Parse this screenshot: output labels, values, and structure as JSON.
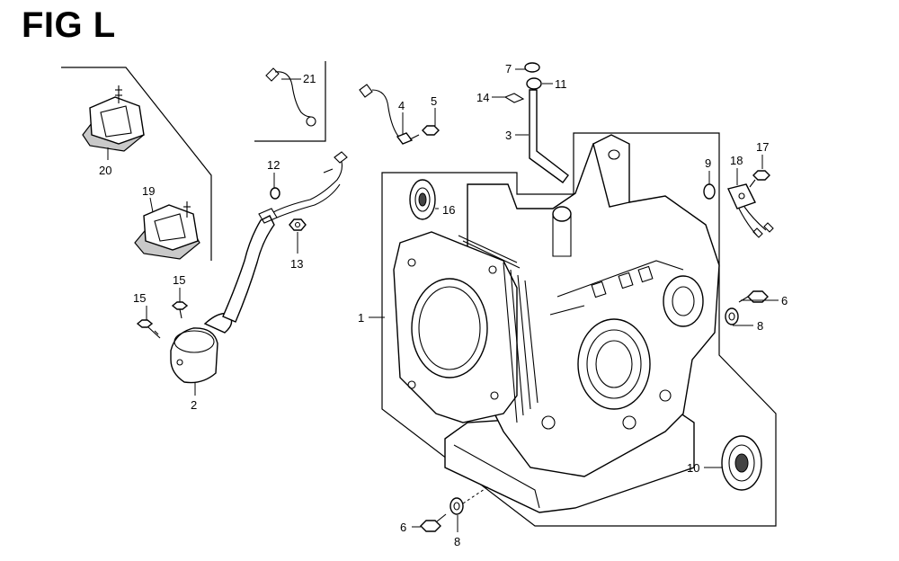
{
  "figure": {
    "title": "FIG L"
  },
  "callouts": {
    "c1": "1",
    "c2": "2",
    "c3": "3",
    "c4": "4",
    "c5": "5",
    "c6a": "6",
    "c6b": "6",
    "c7": "7",
    "c8a": "8",
    "c8b": "8",
    "c9": "9",
    "c10": "10",
    "c11": "11",
    "c12": "12",
    "c13": "13",
    "c14": "14",
    "c15a": "15",
    "c15b": "15",
    "c16": "16",
    "c17": "17",
    "c18": "18",
    "c19": "19",
    "c20": "20",
    "c21": "21"
  }
}
